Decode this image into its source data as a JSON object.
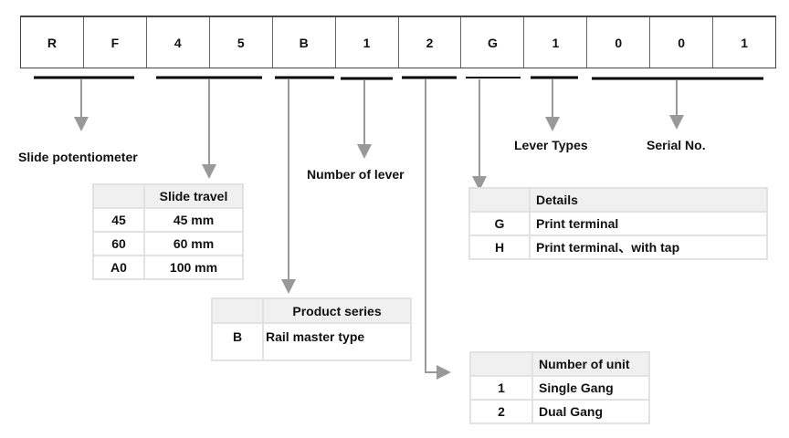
{
  "code": [
    "R",
    "F",
    "4",
    "5",
    "B",
    "1",
    "2",
    "G",
    "1",
    "0",
    "0",
    "1"
  ],
  "labels": {
    "slide_potentiometer": "Slide potentiometer",
    "number_of_lever": "Number of lever",
    "lever_types": "Lever Types",
    "serial_no": "Serial No."
  },
  "travel_table": {
    "header": "Slide travel",
    "rows": [
      {
        "k": "45",
        "v": "45 mm"
      },
      {
        "k": "60",
        "v": "60 mm"
      },
      {
        "k": "A0",
        "v": "100 mm"
      }
    ]
  },
  "series_table": {
    "header": "Product series",
    "rows": [
      {
        "k": "B",
        "v": "Rail master type"
      }
    ]
  },
  "details_table": {
    "header": "Details",
    "rows": [
      {
        "k": "G",
        "v": "Print terminal"
      },
      {
        "k": "H",
        "v": "Print terminal、with tap"
      }
    ]
  },
  "unit_table": {
    "header": "Number of unit",
    "rows": [
      {
        "k": "1",
        "v": "Single Gang"
      },
      {
        "k": "2",
        "v": "Dual Gang"
      }
    ]
  },
  "colors": {
    "arrow": "#999999",
    "bar": "#000000",
    "header_bg": "#f0f0f0"
  }
}
